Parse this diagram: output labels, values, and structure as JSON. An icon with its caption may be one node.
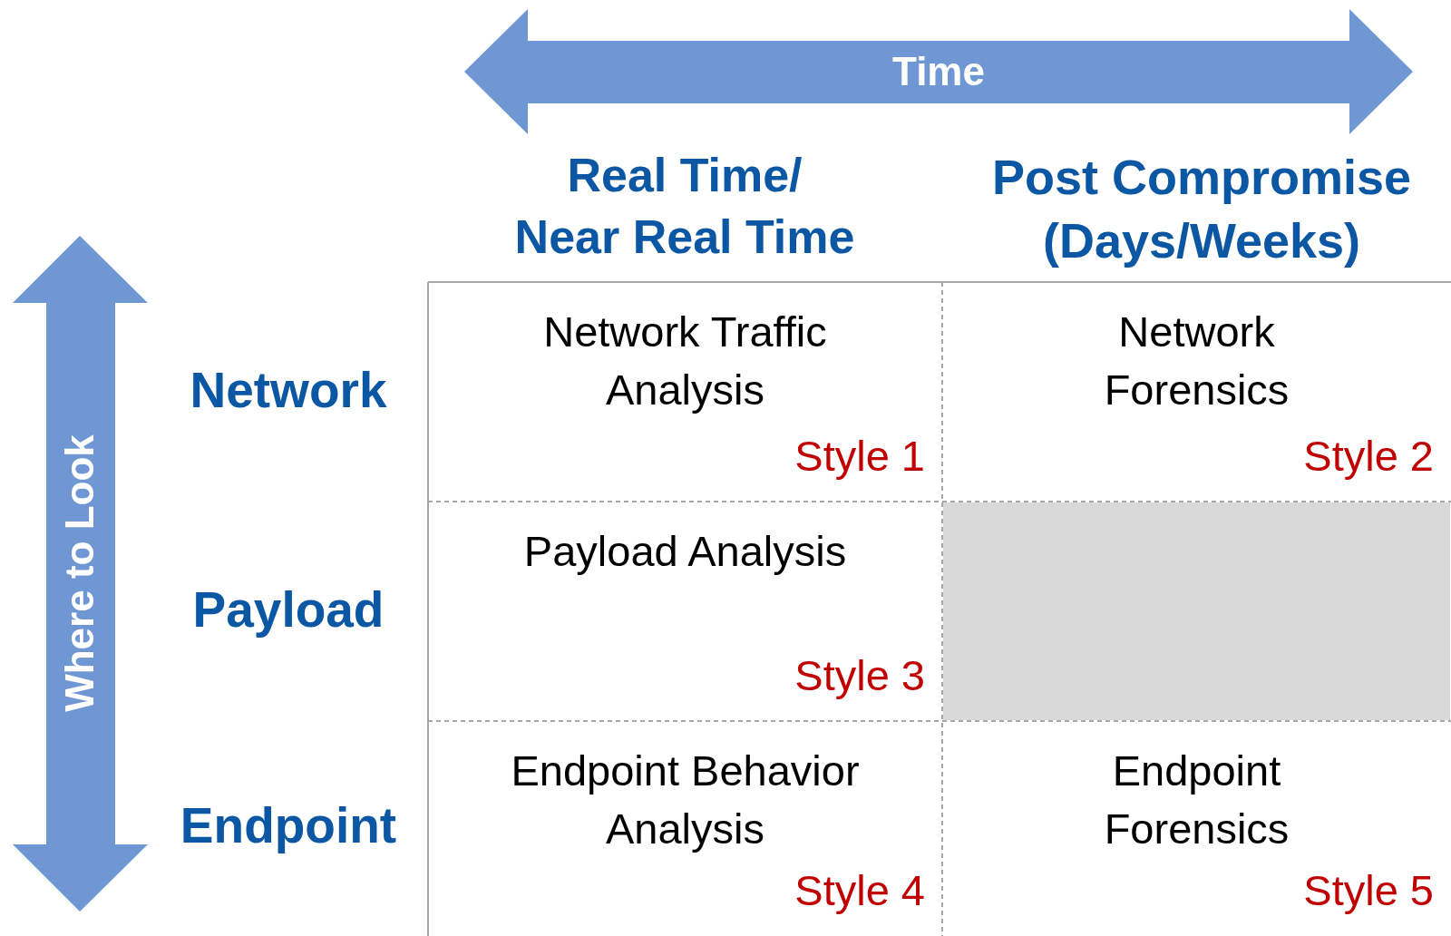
{
  "diagram": {
    "nodes": [
      {
        "text": [
          "Time"
        ]
      },
      {
        "text": [
          "Where to Look"
        ]
      },
      {
        "text": [
          "Network Traffic Analysis",
          "Style 1"
        ]
      },
      {
        "text": [
          "Network Forensics",
          "Style 2"
        ]
      },
      {
        "text": [
          "Payload Analysis",
          "Style 3"
        ]
      },
      {
        "text": [],
        "shape": "box"
      },
      {
        "text": [
          "Endpoint Behavior Analysis",
          "Style 4"
        ]
      },
      {
        "text": [
          "Endpoint Forensics",
          "Style 5"
        ]
      }
    ],
    "labels": [
      "Real Time/ Near Real Time",
      "Post Compromise (Days/Weeks)",
      "Network",
      "Payload",
      "Endpoint"
    ]
  }
}
